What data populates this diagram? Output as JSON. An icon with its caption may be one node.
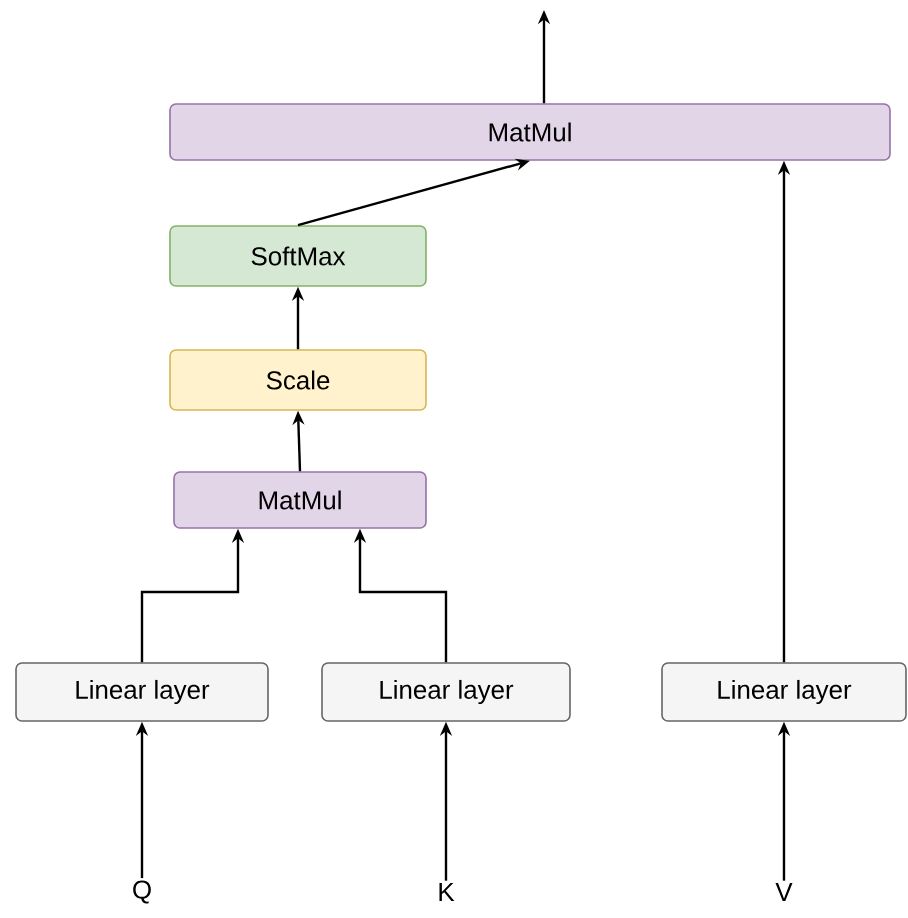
{
  "diagram": {
    "nodes": [
      {
        "text": [
          "MatMul"
        ]
      },
      {
        "text": [
          "SoftMax"
        ]
      },
      {
        "text": [
          "Scale"
        ]
      },
      {
        "text": [
          "MatMul"
        ]
      },
      {
        "text": [
          "Linear layer"
        ]
      },
      {
        "text": [
          "Linear layer"
        ]
      },
      {
        "text": [
          "Linear layer"
        ]
      },
      {
        "text": [
          "Q"
        ]
      },
      {
        "text": [
          "K"
        ]
      },
      {
        "text": [
          "V"
        ]
      }
    ],
    "edges": [
      {
        "from": 7,
        "to": 4,
        "arrow": "to"
      },
      {
        "from": 8,
        "to": 5,
        "arrow": "to"
      },
      {
        "from": 9,
        "to": 6,
        "arrow": "to"
      },
      {
        "from": 4,
        "to": 3,
        "arrow": "to"
      },
      {
        "from": 5,
        "to": 3,
        "arrow": "to"
      },
      {
        "from": 3,
        "to": 2,
        "arrow": "to"
      },
      {
        "from": 2,
        "to": 1,
        "arrow": "to"
      },
      {
        "from": 1,
        "to": 0,
        "arrow": "to"
      },
      {
        "from": 6,
        "to": 0,
        "arrow": "to"
      },
      {
        "from": 0,
        "to": null,
        "arrow": "to"
      }
    ]
  }
}
